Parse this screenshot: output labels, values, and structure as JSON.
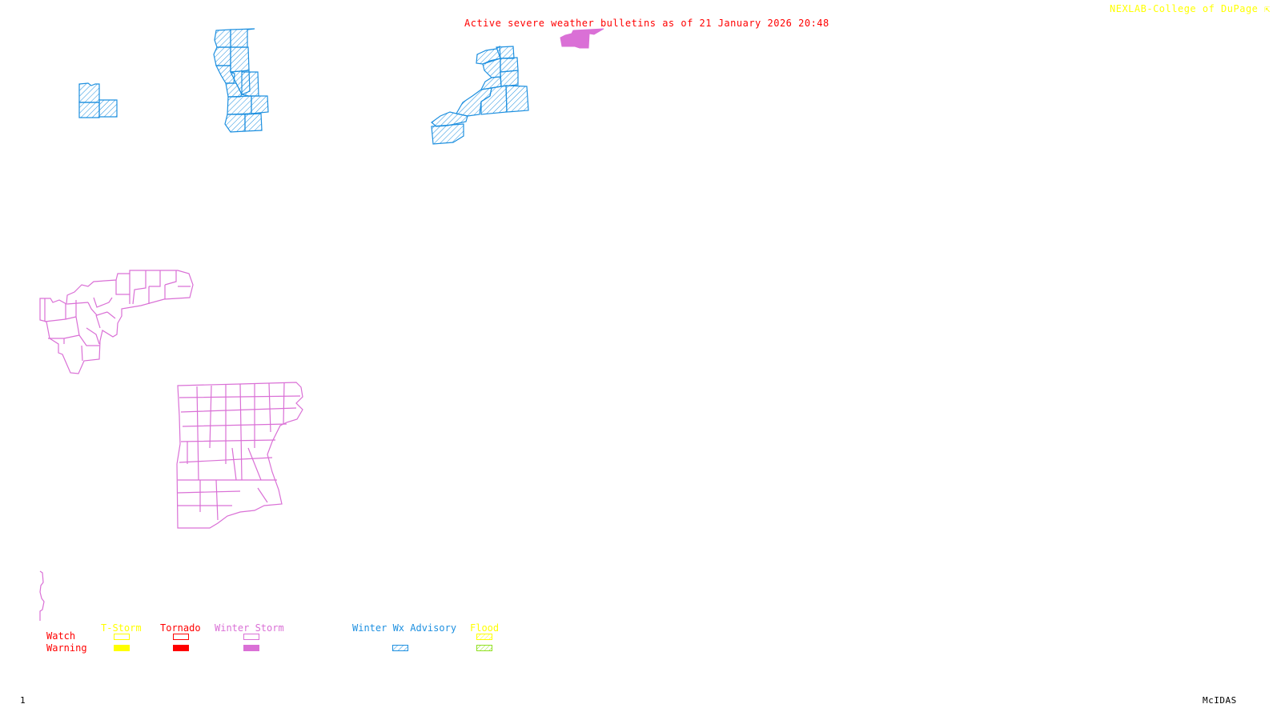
{
  "header": {
    "title": "Active severe weather bulletins as of 21 January 2026 20:48",
    "credit": "NEXLAB-College of DuPage",
    "credit_icon": "arrow-icon"
  },
  "footer": {
    "frame_number": "1",
    "software": "McIDAS"
  },
  "colors": {
    "title": "#ff0000",
    "credit": "#ffff00",
    "tstorm": "#ffff00",
    "tornado": "#ff0000",
    "winter_storm": "#da70d6",
    "winter_wx_advisory": "#1e90e0",
    "flood_watch": "#ffff00",
    "flood_warning": "#90e020",
    "row_labels": "#ff0000"
  },
  "legend": {
    "rows": [
      "Watch",
      "Warning"
    ],
    "columns": [
      {
        "label": "T-Storm",
        "color_key": "tstorm",
        "watch": "outline",
        "warning": "solid"
      },
      {
        "label": "Tornado",
        "color_key": "tornado",
        "watch": "outline",
        "warning": "solid"
      },
      {
        "label": "Winter Storm",
        "color_key": "winter_storm",
        "watch": "outline",
        "warning": "solid"
      },
      {
        "label": "Winter Wx Advisory",
        "color_key": "winter_wx_advisory",
        "watch": "none",
        "warning": "hatched"
      },
      {
        "label": "Flood",
        "color_key": "flood_watch",
        "watch": "hatched",
        "warning": "hatched"
      }
    ]
  },
  "map_regions": [
    {
      "name": "winter-wx-advisory-area-west",
      "type": "Winter Wx Advisory",
      "style": "hatched"
    },
    {
      "name": "winter-wx-advisory-area-lakeshore",
      "type": "Winter Wx Advisory",
      "style": "hatched"
    },
    {
      "name": "winter-wx-advisory-area-east",
      "type": "Winter Wx Advisory",
      "style": "hatched"
    },
    {
      "name": "winter-storm-warning-area-north",
      "type": "Winter Storm Warning",
      "style": "solid"
    },
    {
      "name": "winter-storm-watch-area-central",
      "type": "Winter Storm Watch",
      "style": "outline"
    },
    {
      "name": "winter-storm-watch-area-south",
      "type": "Winter Storm Watch",
      "style": "outline"
    },
    {
      "name": "winter-storm-watch-area-edge",
      "type": "Winter Storm Watch",
      "style": "outline"
    }
  ]
}
